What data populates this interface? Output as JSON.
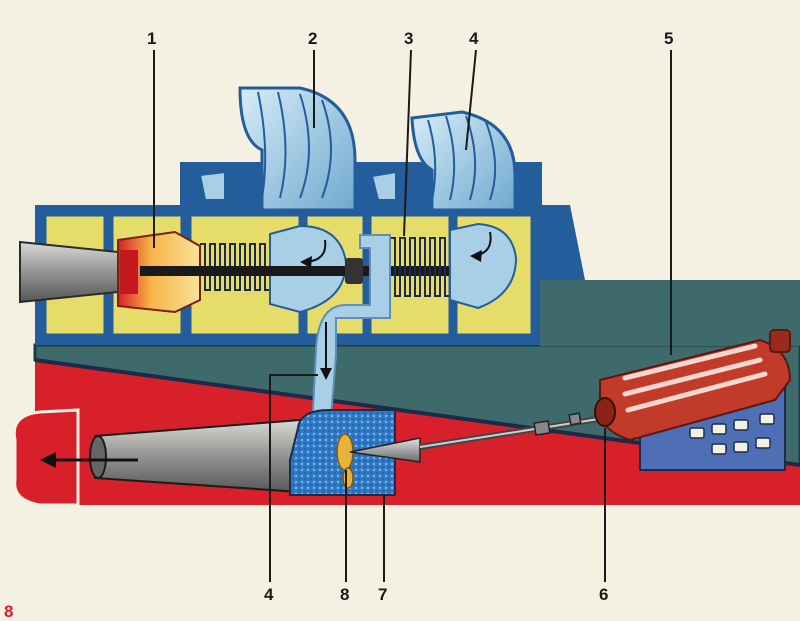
{
  "page_number": "8",
  "callouts": {
    "c1": "1",
    "c2": "2",
    "c3": "3",
    "c4_top": "4",
    "c5": "5",
    "c4_bottom": "4",
    "c8": "8",
    "c7": "7",
    "c6": "6"
  },
  "colors": {
    "background": "#f4f1e2",
    "hull_red": "#d8202a",
    "body_teal": "#3e6a6c",
    "frame_blue": "#235d9c",
    "bay_yellow": "#e6dc6a",
    "turbine_light": "#a8cfe6",
    "water_blue": "#2d77c4",
    "engine_red": "#c23a2a",
    "flame_orange": "#f08a1e"
  }
}
